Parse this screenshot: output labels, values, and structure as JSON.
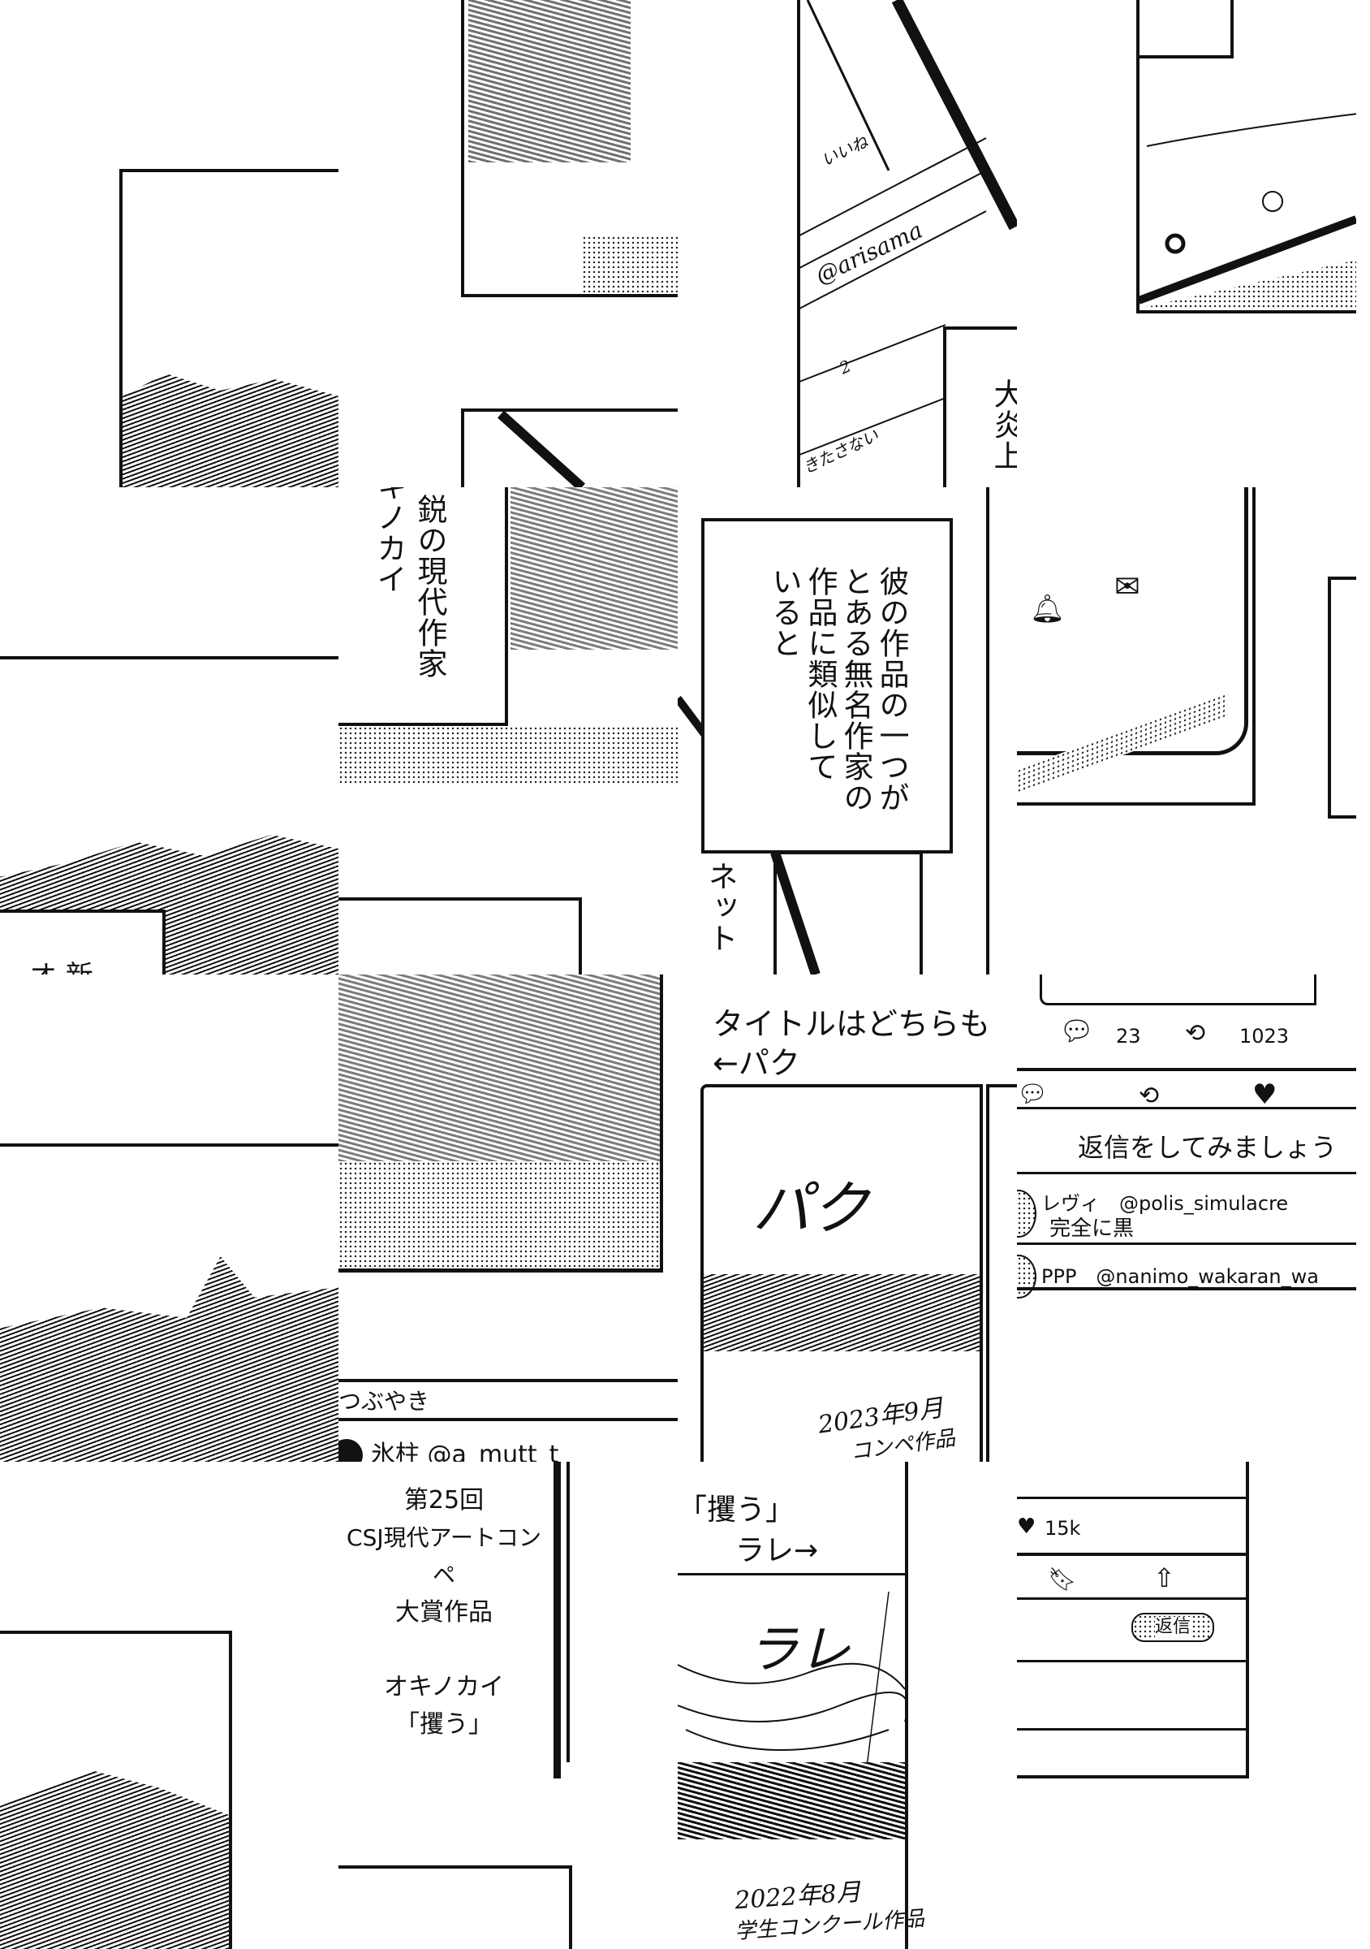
{
  "r0": {
    "c2_caption": "大炎上",
    "c2_handle": "@arisama",
    "c2_like_label": "いいね",
    "c2_like_count": "2",
    "c2_reply_text": "きたさない"
  },
  "r1": {
    "c0_caption": "オ 新",
    "c1_caption_col1": "鋭の現代作家",
    "c1_caption_col2": "キノカイ",
    "c2_caption": [
      "彼の作品の一つが",
      "とある無名作家の",
      "作品に類似して",
      "いると"
    ],
    "c2_net": "ネット"
  },
  "r2": {
    "c1_tab": "つぶやき",
    "c1_user": "氷柱 @a_mutt_t",
    "c2_post_line1": "タイトルはどちらも",
    "c2_post_line2": "←パク",
    "c2_card_label": "パク",
    "c2_card_date": "2023年9月",
    "c2_card_note": "コンペ作品",
    "c3_reply_count": "23",
    "c3_repost_count": "1023",
    "c3_reply_prompt": "返信をしてみましょう",
    "c3_reply1_user": "レヴィ　@polis_simulacre",
    "c3_reply1_text": "完全に黒",
    "c3_reply2_user": "PPP　@nanimo_wakaran_wa"
  },
  "r3": {
    "c1_plaque": [
      "第25回",
      "CSJ現代アートコンペ",
      "大賞作品",
      "",
      "オキノカイ",
      "「攫う」"
    ],
    "c2_post_line1": "「攫う」",
    "c2_post_line2": "ラレ→",
    "c2_card_label": "ラレ",
    "c2_card_date": "2022年8月",
    "c2_card_note": "学生コンクール作品",
    "c3_like_count": "15k",
    "c3_reply_button": "返信"
  }
}
